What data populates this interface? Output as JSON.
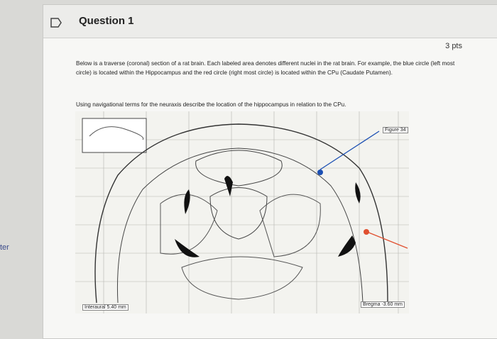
{
  "sidebar": {
    "label": "ter"
  },
  "question": {
    "title": "Question 1",
    "points": "3 pts",
    "paragraph": "Below is a traverse (coronal) section of a rat brain. Each labeled area denotes different nuclei in the rat brain. For example, the blue circle (left most circle) is located within the Hippocampus and the red circle (right most circle) is located within the CPu (Caudate Putamen).",
    "prompt": "Using navigational terms for the neuraxis describe the location of the hippocampus in relation to the CPu."
  },
  "figure": {
    "figure_tag": "Figure 34",
    "interaural": "Interaural 5.40 mm",
    "bregma": "Bregma -3.60 mm",
    "blue_marker_color": "#1b4fb3",
    "red_marker_color": "#e05030"
  }
}
